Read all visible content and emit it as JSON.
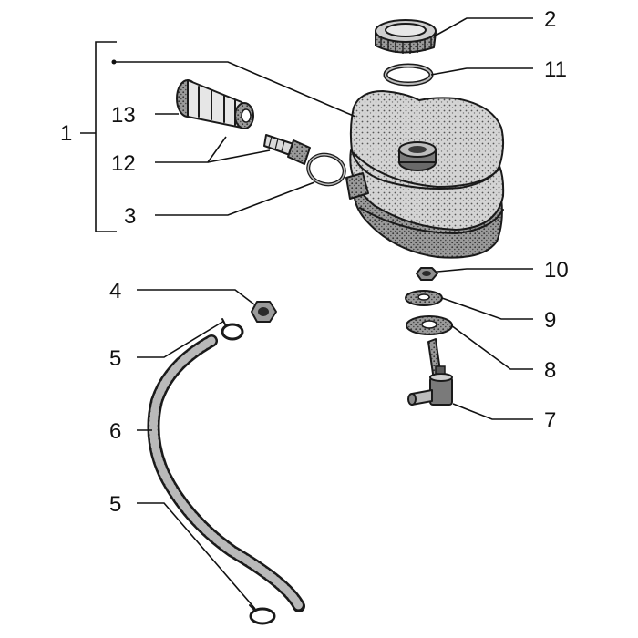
{
  "diagram": {
    "callouts": {
      "c1": "1",
      "c2": "2",
      "c3": "3",
      "c4": "4",
      "c5a": "5",
      "c5b": "5",
      "c6": "6",
      "c7": "7",
      "c8": "8",
      "c9": "9",
      "c10": "10",
      "c11": "11",
      "c12": "12",
      "c13": "13"
    },
    "colors": {
      "ink": "#1a1a1a",
      "shade": "#8a8a8a",
      "light": "#d9d9d9",
      "background": "#ffffff"
    }
  }
}
